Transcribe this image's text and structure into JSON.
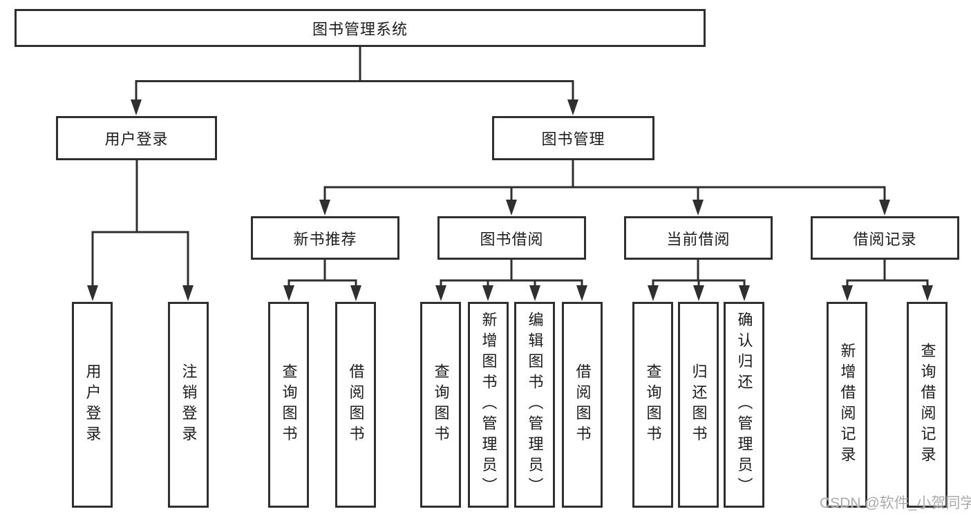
{
  "tree": {
    "label": "图书管理系统",
    "children": [
      {
        "label": "用户登录",
        "children": [
          {
            "label": "用户登录"
          },
          {
            "label": "注销登录"
          }
        ]
      },
      {
        "label": "图书管理",
        "children": [
          {
            "label": "新书推荐",
            "children": [
              {
                "label": "查询图书"
              },
              {
                "label": "借阅图书"
              }
            ]
          },
          {
            "label": "图书借阅",
            "children": [
              {
                "label": "查询图书"
              },
              {
                "label": "新增图书（管理员）"
              },
              {
                "label": "编辑图书（管理员）"
              },
              {
                "label": "借阅图书"
              }
            ]
          },
          {
            "label": "当前借阅",
            "children": [
              {
                "label": "查询图书"
              },
              {
                "label": "归还图书"
              },
              {
                "label": "确认归还（管理员）"
              }
            ]
          },
          {
            "label": "借阅记录",
            "children": [
              {
                "label": "新增借阅记录"
              },
              {
                "label": "查询借阅记录"
              }
            ]
          }
        ]
      }
    ]
  },
  "watermark": {
    "text": "CSDN @软件_小贺同学"
  },
  "colors": {
    "line": "#2f2f2f",
    "text": "#1c1c1c",
    "background": "#ffffff",
    "watermark": "#ababab"
  }
}
